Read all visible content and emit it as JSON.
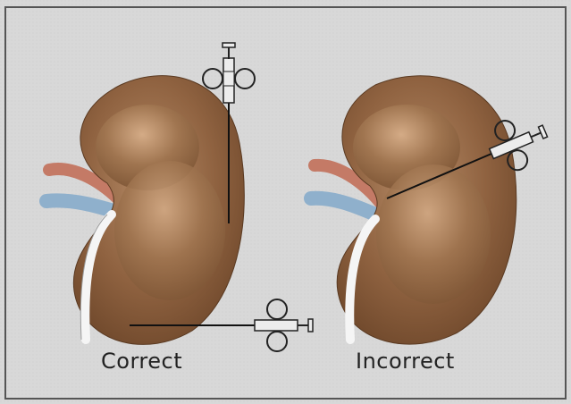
{
  "captions": {
    "left": "Correct",
    "right": "Incorrect"
  },
  "colors": {
    "background": "#d9d9d9",
    "border": "#555555",
    "kidney": "#8f6240",
    "kidney_shadow": "#6a4428",
    "kidney_highlight": "#c9a07c",
    "artery": "#c47a66",
    "vein": "#8fb0cc",
    "ureter": "#f4f4f4",
    "syringe": "#ececec",
    "needle": "#111111"
  },
  "icons": [
    "kidney-illustration",
    "syringe-icon",
    "needle-line"
  ]
}
